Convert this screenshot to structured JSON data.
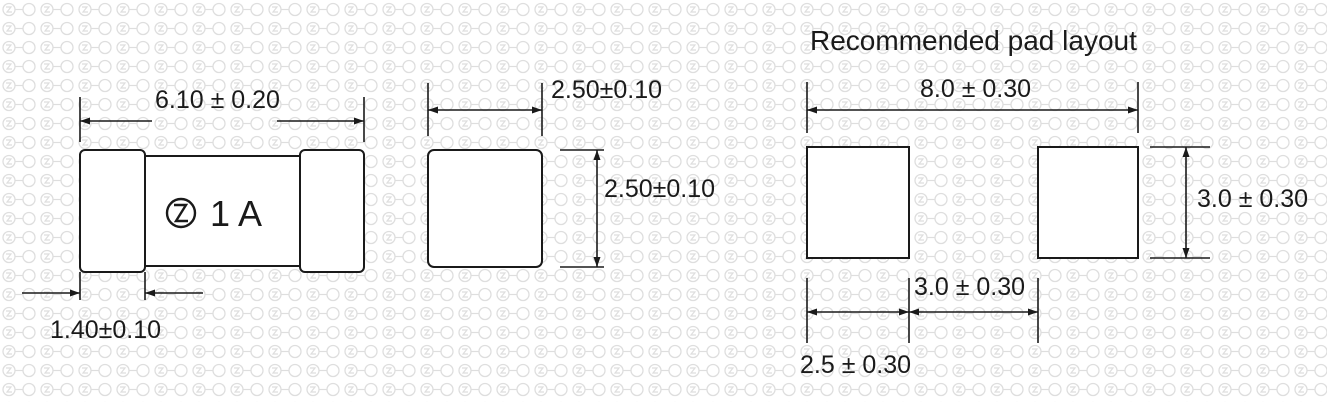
{
  "fuse": {
    "length_dim": "6.10 ± 0.20",
    "cap_width_dim": "1.40±0.10",
    "marking_rating": "1 A",
    "marking_icon": "time-lag-fuse-symbol"
  },
  "end_view": {
    "width_dim": "2.50±0.10",
    "height_dim": "2.50±0.10"
  },
  "pad_layout": {
    "title": "Recommended pad layout",
    "overall_width_dim": "8.0 ± 0.30",
    "pad_height_dim": "3.0 ± 0.30",
    "gap_dim": "3.0 ± 0.30",
    "pad_width_dim": "2.5 ± 0.30"
  },
  "colors": {
    "line": "#1a1a1a",
    "background": "#ffffff",
    "watermark": "#d8d8d8"
  }
}
